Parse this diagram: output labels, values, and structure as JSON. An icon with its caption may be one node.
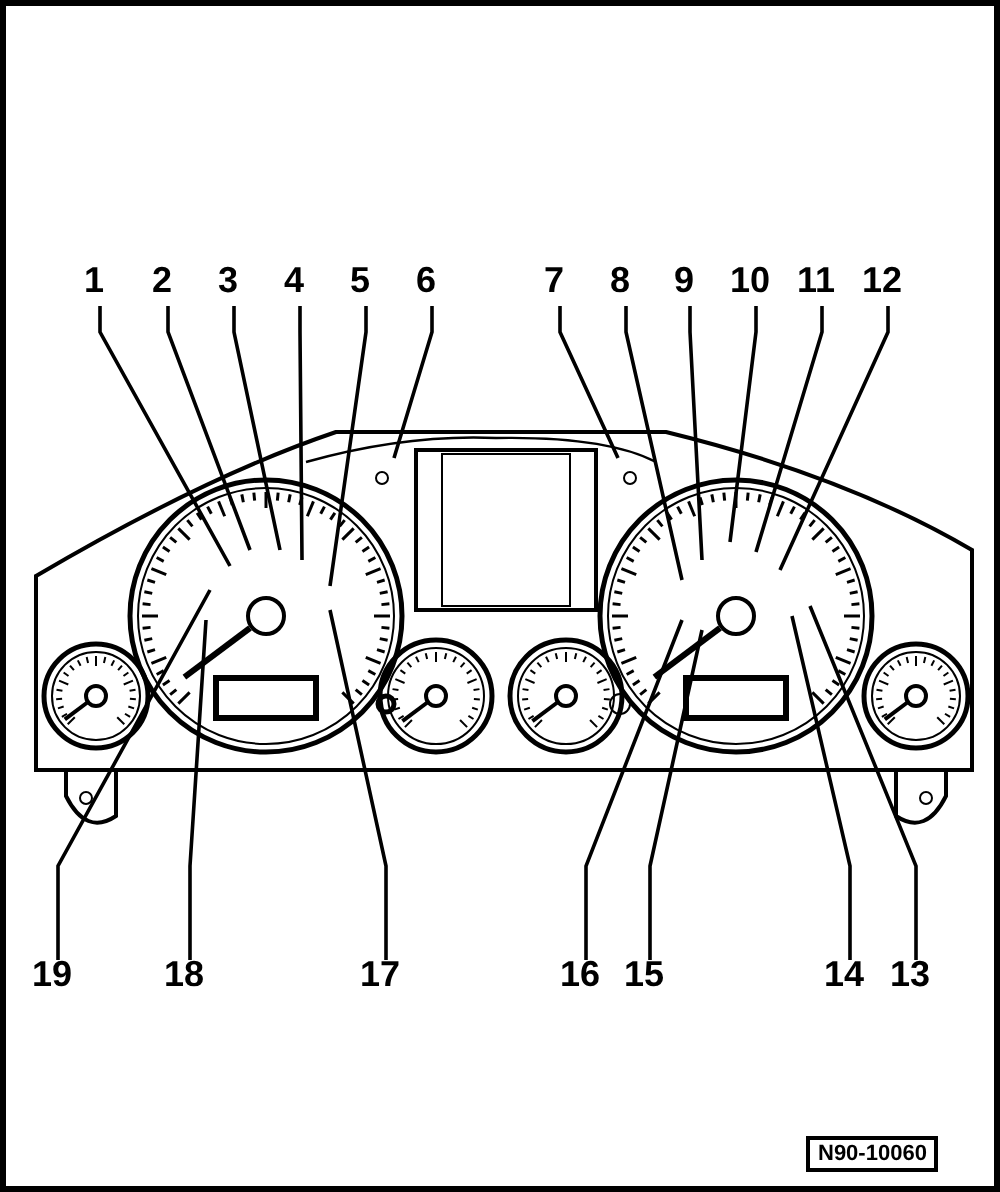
{
  "diagram": {
    "nodes": [
      {
        "text": [
          "1"
        ]
      },
      {
        "text": [
          "2"
        ]
      },
      {
        "text": [
          "3"
        ]
      },
      {
        "text": [
          "4"
        ]
      },
      {
        "text": [
          "5"
        ]
      },
      {
        "text": [
          "6"
        ]
      },
      {
        "text": [
          "7"
        ]
      },
      {
        "text": [
          "8"
        ]
      },
      {
        "text": [
          "9"
        ]
      },
      {
        "text": [
          "10"
        ]
      },
      {
        "text": [
          "11"
        ]
      },
      {
        "text": [
          "12"
        ]
      },
      {
        "text": [
          "19"
        ]
      },
      {
        "text": [
          "18"
        ]
      },
      {
        "text": [
          "17"
        ]
      },
      {
        "text": [
          "16"
        ]
      },
      {
        "text": [
          "15"
        ]
      },
      {
        "text": [
          "14"
        ]
      },
      {
        "text": [
          "13"
        ]
      }
    ],
    "edges": [
      {
        "from": 0,
        "to": null,
        "arrow": "none"
      },
      {
        "from": 1,
        "to": null,
        "arrow": "none"
      },
      {
        "from": 2,
        "to": null,
        "arrow": "none"
      },
      {
        "from": 3,
        "to": null,
        "arrow": "none"
      },
      {
        "from": 4,
        "to": null,
        "arrow": "none"
      },
      {
        "from": 5,
        "to": null,
        "arrow": "none"
      },
      {
        "from": 6,
        "to": null,
        "arrow": "none"
      },
      {
        "from": 7,
        "to": null,
        "arrow": "none"
      },
      {
        "from": 8,
        "to": null,
        "arrow": "none"
      },
      {
        "from": 9,
        "to": null,
        "arrow": "none"
      },
      {
        "from": 10,
        "to": null,
        "arrow": "none"
      },
      {
        "from": 11,
        "to": null,
        "arrow": "none"
      },
      {
        "from": 12,
        "to": null,
        "arrow": "none"
      },
      {
        "from": 13,
        "to": null,
        "arrow": "none"
      },
      {
        "from": 14,
        "to": null,
        "arrow": "none"
      },
      {
        "from": 15,
        "to": null,
        "arrow": "none"
      },
      {
        "from": 16,
        "to": null,
        "arrow": "none"
      },
      {
        "from": 17,
        "to": null,
        "arrow": "none"
      },
      {
        "from": 18,
        "to": null,
        "arrow": "none"
      }
    ],
    "labels": [
      "N90-10060"
    ]
  }
}
